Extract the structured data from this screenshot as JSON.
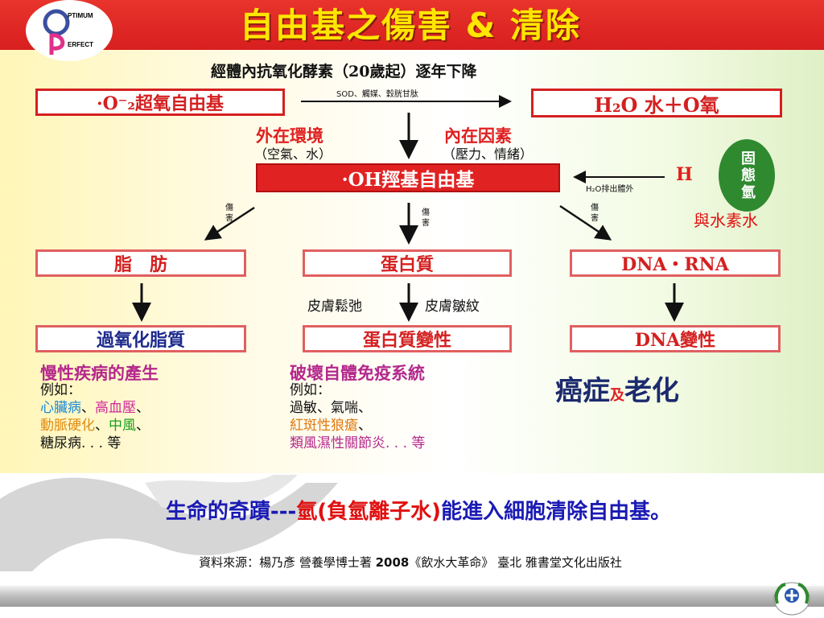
{
  "title": "自由基之傷害 & 清除",
  "logo": {
    "line1": "PTIMUM",
    "line2": "ERFECT"
  },
  "subtitle": "經體內抗氧化酵素（20歲起）逐年下降",
  "superoxide_box": "·O⁻₂超氧自由基",
  "enzymes_label": "SOD、觸媒、穀胱甘肽",
  "water_oxygen_box": "H₂O 水＋O氧",
  "external_env": {
    "title": "外在環境",
    "sub": "（空氣、水）"
  },
  "internal_factors": {
    "title": "內在因素",
    "sub": "（壓力、情緒）"
  },
  "hydroxyl_box": "·OH羥基自由基",
  "h_label": "H",
  "h2o_excrete_label": "H₂O排出體外",
  "solid_hydrogen": "固態氫",
  "hydrogen_water": "與水素水",
  "harm_label": "傷害",
  "targets": {
    "fat": "脂　肪",
    "protein": "蛋白質",
    "dna": "DNA・RNA"
  },
  "protein_effects": {
    "left": "皮膚鬆弛",
    "right": "皮膚皺紋"
  },
  "results": {
    "fat": "過氧化脂質",
    "protein": "蛋白質變性",
    "dna": "DNA變性"
  },
  "chronic": {
    "title": "慢性疾病的產生",
    "example": "例如：",
    "heart": "心臟病",
    "sep1": "、",
    "hypertension": "高血壓",
    "sep2": "、",
    "arterio": "動脈硬化",
    "sep3": "、",
    "stroke": "中風",
    "sep4": "、",
    "diabetes": "糖尿病. . . 等"
  },
  "immune": {
    "title": "破壞自體免疫系統",
    "example": "例如：",
    "line1": "過敏、氣喘、",
    "lupus": "紅斑性狼瘡",
    "sep": "、",
    "line3": "類風濕性關節炎. . . 等"
  },
  "cancer": {
    "left": "癌症",
    "and": "及",
    "right": "老化"
  },
  "headline": {
    "part1": "生命的奇蹟---",
    "part2": "氫(負氫離子水)",
    "part3": "能進入細胞清除自由基。"
  },
  "source": {
    "pre": "資料來源：楊乃彥 營養學博士著 ",
    "year": "2008",
    "post": "《飲水大革命》 臺北 雅書堂文化出版社"
  },
  "colors": {
    "title_yellow": "#ffe600",
    "bar_red": "#d81f1f",
    "box_red": "#e02222",
    "heart_blue": "#1a8ad8",
    "hypertension_pink": "#d0289a",
    "arterio_orange": "#e08a10",
    "stroke_green": "#1aa01a",
    "lupus_orange": "#e07810",
    "immune_purple": "#b4288c",
    "navy": "#1c2a6e",
    "headline_blue": "#1a1ab4"
  }
}
